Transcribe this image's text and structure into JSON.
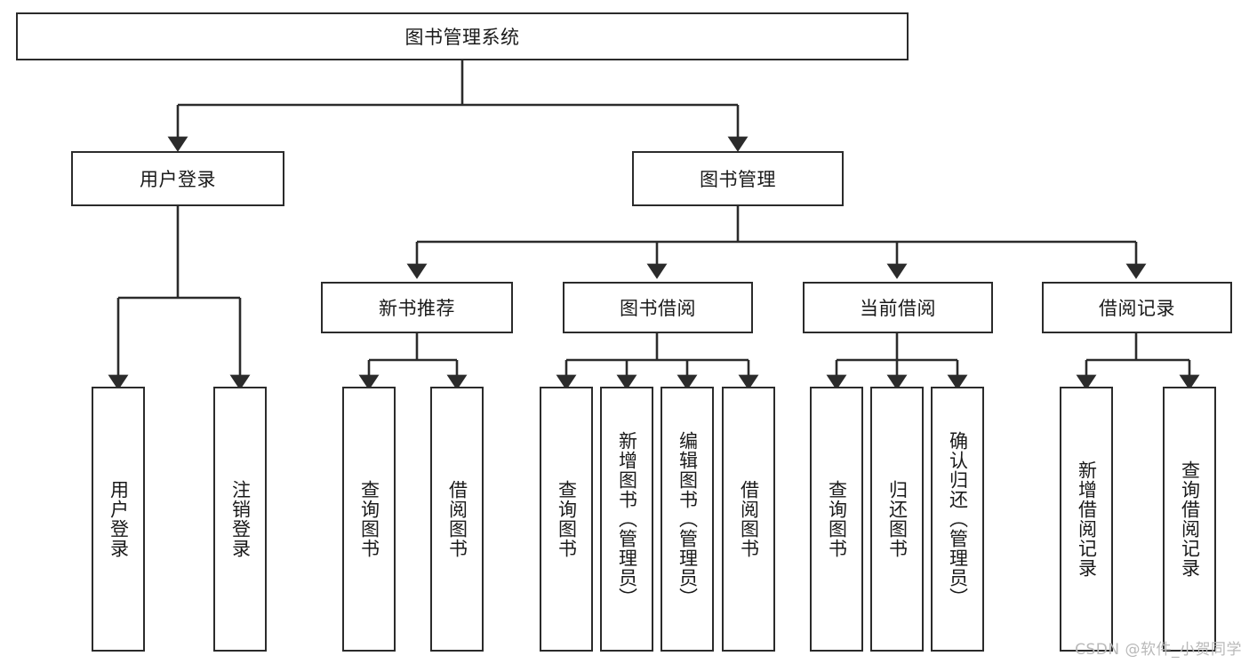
{
  "diagram": {
    "type": "tree",
    "title": "图书管理系统",
    "root": {
      "label": "图书管理系统"
    },
    "level2": [
      {
        "label": "用户登录"
      },
      {
        "label": "图书管理"
      }
    ],
    "level3": [
      {
        "label": "新书推荐"
      },
      {
        "label": "图书借阅"
      },
      {
        "label": "当前借阅"
      },
      {
        "label": "借阅记录"
      }
    ],
    "leaves": {
      "user_login": [
        {
          "label": "用户登录"
        },
        {
          "label": "注销登录"
        }
      ],
      "new_book_recommend": [
        {
          "label": "查询图书"
        },
        {
          "label": "借阅图书"
        }
      ],
      "book_borrow": [
        {
          "label": "查询图书"
        },
        {
          "label": "新增图书（管理员）"
        },
        {
          "label": "编辑图书（管理员）"
        },
        {
          "label": "借阅图书"
        }
      ],
      "current_borrow": [
        {
          "label": "查询图书"
        },
        {
          "label": "归还图书"
        },
        {
          "label": "确认归还（管理员）"
        }
      ],
      "borrow_record": [
        {
          "label": "新增借阅记录"
        },
        {
          "label": "查询借阅记录"
        }
      ]
    }
  },
  "watermark": {
    "text": "CSDN @软件_小贺同学"
  },
  "colors": {
    "background": "#ffffff",
    "node_fill": "#ffffff",
    "node_stroke": "#2b2b2b",
    "edge": "#2b2b2b",
    "text": "#1a1a1a",
    "watermark": "#b9b9b9"
  }
}
